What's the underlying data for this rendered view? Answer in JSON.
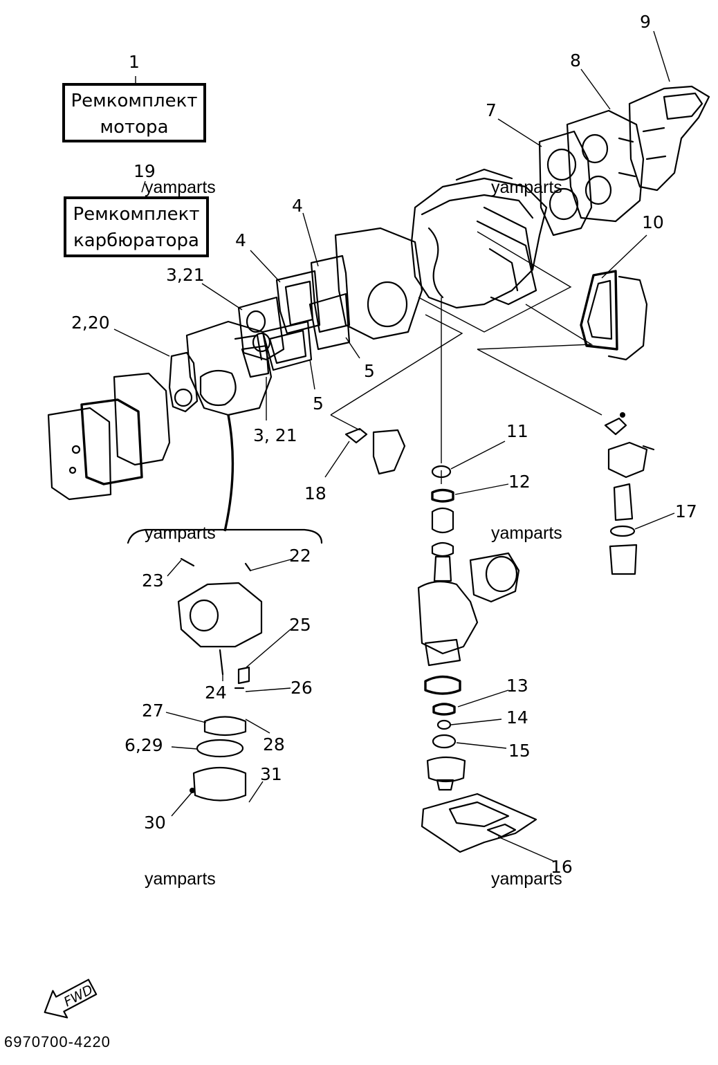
{
  "kits": {
    "engine_kit": {
      "number": "1",
      "line1": "Ремкомплект",
      "line2": "мотора"
    },
    "carb_kit": {
      "number": "19",
      "line1": "Ремкомплект",
      "line2": "карбюратора"
    }
  },
  "callouts": {
    "c2_20": "2,20",
    "c3_21a": "3,21",
    "c3_21b": "3, 21",
    "c4a": "4",
    "c4b": "4",
    "c5a": "5",
    "c5b": "5",
    "c6_29": "6,29",
    "c7": "7",
    "c8": "8",
    "c9": "9",
    "c10": "10",
    "c11": "11",
    "c12": "12",
    "c13": "13",
    "c14": "14",
    "c15": "15",
    "c16": "16",
    "c17": "17",
    "c18": "18",
    "c22": "22",
    "c23": "23",
    "c24": "24",
    "c25": "25",
    "c26": "26",
    "c27": "27",
    "c28": "28",
    "c30": "30",
    "c31": "31"
  },
  "watermarks": [
    "yamparts",
    "yamparts",
    "yamparts",
    "yamparts",
    "yamparts",
    "yamparts"
  ],
  "fwd_label": "FWD",
  "part_code": "6970700-4220",
  "icons": {
    "fwd_arrow": "fwd-arrow-icon"
  }
}
